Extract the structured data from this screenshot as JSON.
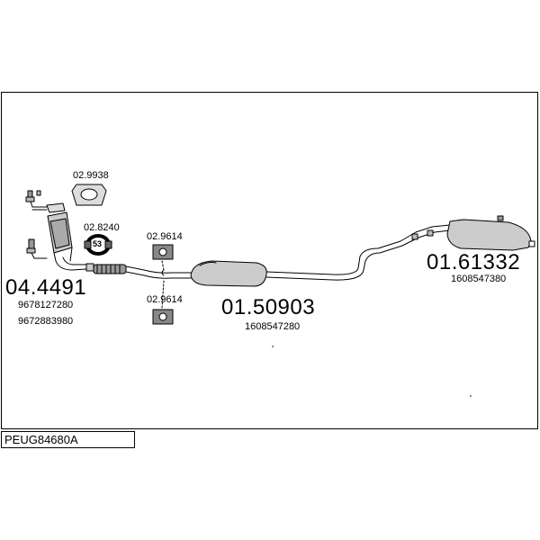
{
  "diagram_code": "PEUG84680A",
  "parts": {
    "catalyst": {
      "number": "04.4491",
      "oe": [
        "9678127280",
        "9672883980"
      ]
    },
    "middle_silencer": {
      "number": "01.50903",
      "oe": [
        "1608547280"
      ]
    },
    "rear_silencer": {
      "number": "01.61332",
      "oe": [
        "1608547380"
      ]
    },
    "gasket": {
      "number": "02.9938"
    },
    "clamp": {
      "number": "02.8240",
      "badge": "53"
    },
    "hanger_top": {
      "number": "02.9614"
    },
    "hanger_bottom": {
      "number": "02.9614"
    }
  }
}
